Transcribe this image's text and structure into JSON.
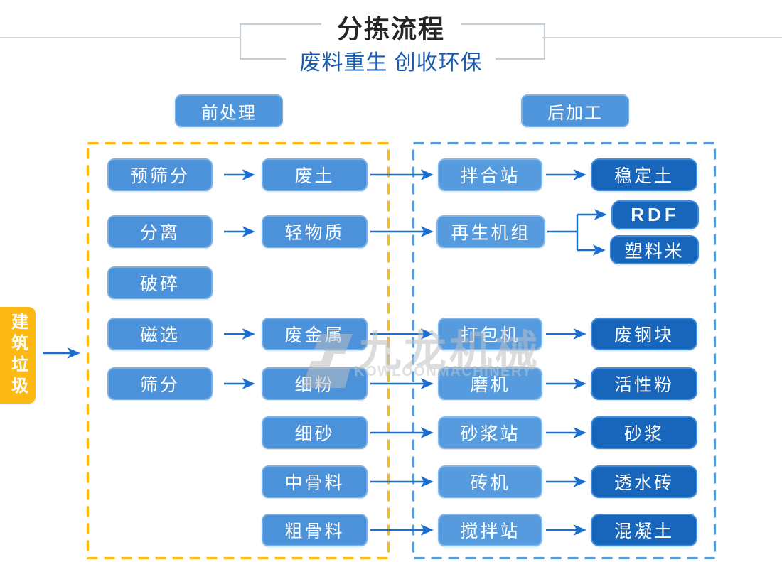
{
  "header": {
    "title": "分拣流程",
    "subtitle": "废料重生 创收环保"
  },
  "sections": {
    "pre_label": "前处理",
    "post_label": "后加工"
  },
  "source_label": "建筑垃圾",
  "watermark": {
    "name_cn": "九龙机械",
    "name_en": "KOWLOONMACHINERY"
  },
  "colors": {
    "process_box": "#4b92da",
    "post_process_box": "#559bde",
    "product_box": "#1766bc",
    "source_box": "#fcb813",
    "pre_zone_border": "#fcb813",
    "post_zone_border": "#5b9bd5",
    "arrow": "#1b6ed0",
    "title_text": "#262626",
    "subtitle_text": "#1c5cb0"
  },
  "flow": {
    "pre_process": [
      "预筛分",
      "分离",
      "破碎",
      "磁选",
      "筛分"
    ],
    "pre_outputs": [
      "废土",
      "轻物质",
      "废金属",
      "细粉",
      "细砂",
      "中骨料",
      "粗骨料"
    ],
    "post_process": [
      "拌合站",
      "再生机组",
      "打包机",
      "磨机",
      "砂浆站",
      "砖机",
      "搅拌站"
    ],
    "final_products": [
      "稳定土",
      "RDF",
      "塑料米",
      "废钢块",
      "活性粉",
      "砂浆",
      "透水砖",
      "混凝土"
    ],
    "edges": [
      [
        "建筑垃圾",
        "前处理"
      ],
      [
        "预筛分",
        "废土"
      ],
      [
        "分离",
        "轻物质"
      ],
      [
        "磁选",
        "废金属"
      ],
      [
        "筛分",
        "细粉"
      ],
      [
        "废土",
        "拌合站"
      ],
      [
        "轻物质",
        "再生机组"
      ],
      [
        "废金属",
        "打包机"
      ],
      [
        "细粉",
        "磨机"
      ],
      [
        "细砂",
        "砂浆站"
      ],
      [
        "中骨料",
        "砖机"
      ],
      [
        "粗骨料",
        "搅拌站"
      ],
      [
        "拌合站",
        "稳定土"
      ],
      [
        "再生机组",
        "RDF"
      ],
      [
        "再生机组",
        "塑料米"
      ],
      [
        "打包机",
        "废钢块"
      ],
      [
        "磨机",
        "活性粉"
      ],
      [
        "砂浆站",
        "砂浆"
      ],
      [
        "砖机",
        "透水砖"
      ],
      [
        "搅拌站",
        "混凝土"
      ]
    ]
  }
}
